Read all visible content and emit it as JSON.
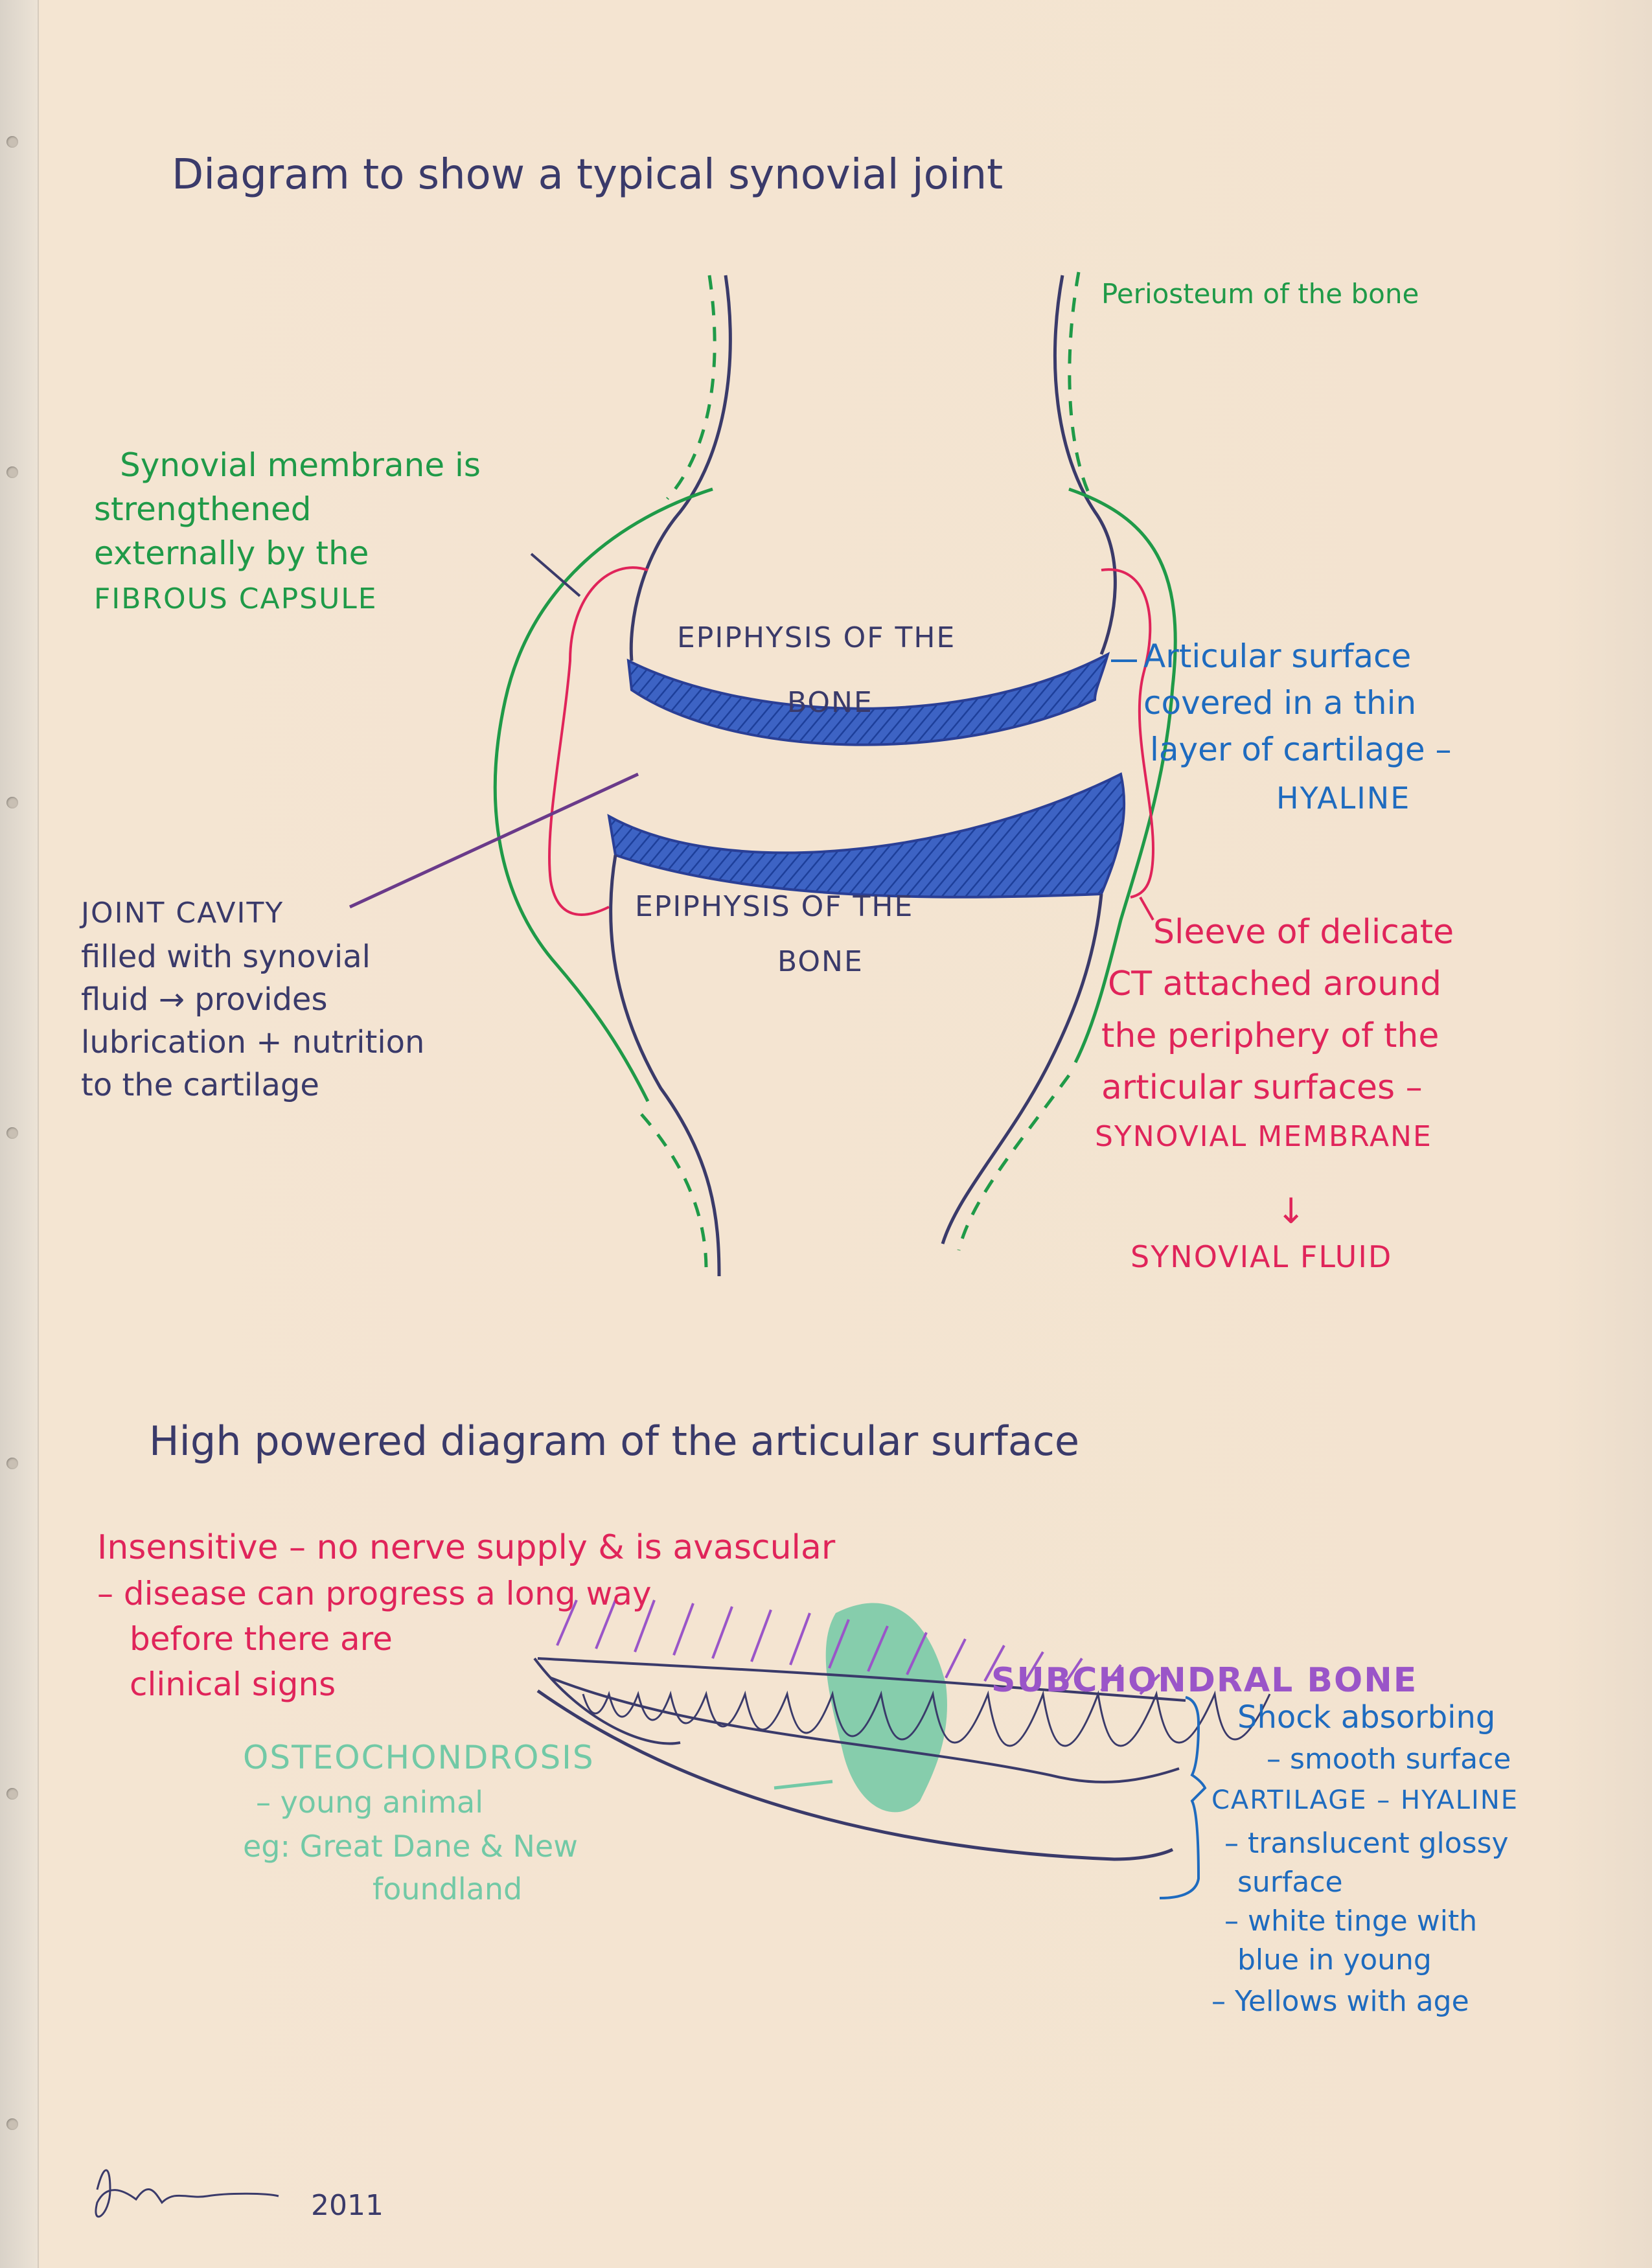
{
  "title": "Diagram to show a typical synovial joint",
  "periosteum_label": "Periosteum of the bone",
  "synovial_membrane_label": [
    "Synovial membrane is",
    "strengthened",
    "externally by the",
    "FIBROUS CAPSULE"
  ],
  "epiphysis_top": [
    "EPIPHYSIS OF THE",
    "BONE"
  ],
  "epiphysis_bottom": [
    "EPIPHYSIS OF THE",
    "BONE"
  ],
  "articular_surface_label": [
    "Articular surface",
    "covered in a thin",
    "layer of cartilage –",
    "HYALINE"
  ],
  "joint_cavity_label": [
    "JOINT CAVITY",
    "filled with synovial",
    "fluid → provides",
    "lubrication + nutrition",
    "to the cartilage"
  ],
  "sleeve_label": [
    "Sleeve of delicate",
    "CT attached around",
    "the periphery of the",
    "articular surfaces –",
    "SYNOVIAL MEMBRANE"
  ],
  "arrow_down": "↓",
  "synovial_fluid_label": "SYNOVIAL FLUID",
  "subtitle": "High powered diagram of the articular surface",
  "insensitive_note": [
    "Insensitive – no nerve supply & is avascular",
    "– disease can progress a long way",
    "before there are",
    "clinical signs"
  ],
  "subchondral_label": "SUBCHONDRAL BONE",
  "cartilage_notes": [
    "Shock absorbing",
    "– smooth surface",
    "CARTILAGE – HYALINE",
    "– translucent glossy",
    "surface",
    "– white tinge with",
    "blue in young",
    "– Yellows with age"
  ],
  "osteochondrosis_note": [
    "OSTEOCHONDROSIS",
    "– young animal",
    "eg: Great Dane & New",
    "foundland"
  ],
  "signature_year": "2011",
  "colors": {
    "navy": "#3a3a6a",
    "green": "#1f9a48",
    "pink": "#e0245a",
    "blue": "#1e6bbf",
    "purple": "#9a55c8",
    "mint": "#72c9a6",
    "paper": "#f3e3d0"
  }
}
